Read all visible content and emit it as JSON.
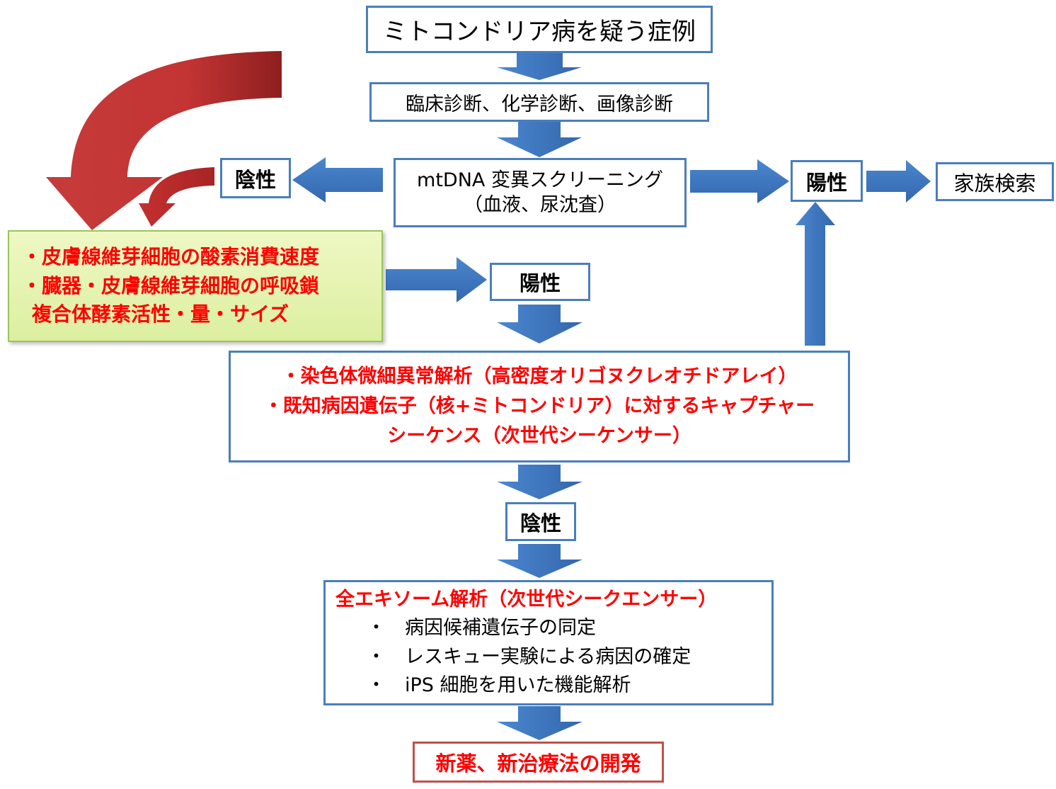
{
  "start": "ミトコンドリア病を疑う症例",
  "diagnosis": "臨床診断、化学診断、画像診断",
  "screening": {
    "line1": "mtDNA 変異スクリーニング",
    "line2": "（血液、尿沈査）"
  },
  "negative_left": "陰性",
  "positive_right": "陽性",
  "family_search": "家族検索",
  "enzyme": {
    "line1": "・皮膚線維芽細胞の酸素消費速度",
    "line2": "・臓器・皮膚線維芽細胞の呼吸鎖",
    "line3": "複合体酵素活性・量・サイズ"
  },
  "positive_mid": "陽性",
  "chromosome": {
    "line1": "・染色体微細異常解析（高密度オリゴヌクレオチドアレイ）",
    "line2": "・既知病因遺伝子（核+ミトコンドリア）に対するキャプチャー",
    "line3": "シーケンス（次世代シーケンサー）"
  },
  "negative_mid": "陰性",
  "exome": {
    "title": "全エキソーム解析（次世代シークエンサー）",
    "items": [
      "・　病因候補遺伝子の同定",
      "・　レスキュー実験による病因の確定",
      "・　iPS 細胞を用いた機能解析"
    ]
  },
  "outcome": "新薬、新治療法の開発",
  "colors": {
    "box_border": "#4a7ebb",
    "arrow": "#3f78c0",
    "red_arrow": "#c43030",
    "highlight": "#ff0000",
    "enzyme_bg": "#e6f3b4"
  }
}
